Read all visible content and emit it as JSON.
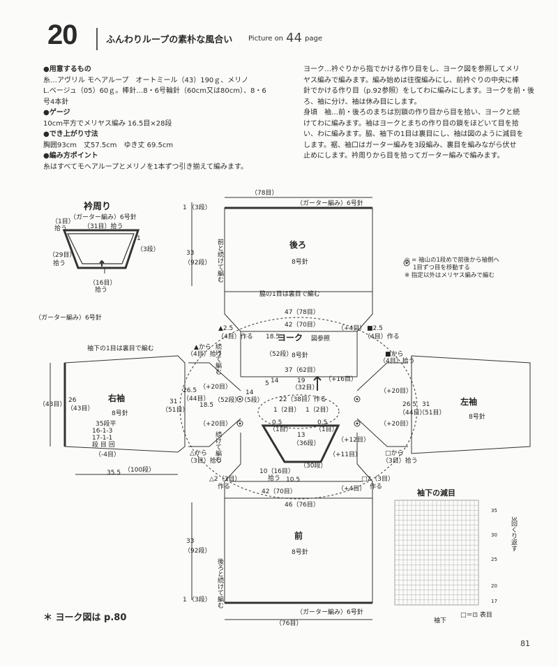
{
  "header": {
    "number": "20",
    "title": "ふんわりループの素朴な風合い",
    "picture_on": "Picture on",
    "picture_page": "44",
    "page_word": "page"
  },
  "materials": {
    "h1": "●用意するもの",
    "l1": "糸…アヴリル モヘアループ　オートミール（43）190ｇ、メリノ",
    "l2": "L.ベージュ（05）60ｇ。棒針…8・6号輪針（60cm又は80cm）、8・6",
    "l3": "号4本針",
    "h2": "●ゲージ",
    "l4": "10cm平方でメリヤス編み 16.5目×28段",
    "h3": "●でき上がり寸法",
    "l5": "胸囲93cm　丈57.5cm　ゆき丈 69.5cm",
    "h4": "●編み方ポイント",
    "l6": "糸はすべてモヘアループとメリノを1本ずつ引き揃えて編みます。"
  },
  "yoke_text": {
    "l1": "ヨーク…衿ぐりから指でかける作り目をし、ヨーク図を参照してメリ",
    "l2": "ヤス編みで編みます。編み始めは往復編みにし、前衿ぐりの中央に棒",
    "l3": "針でかける作り目（p.92参照）をしてわに編みにします。ヨークを前・後",
    "l4": "ろ、袖に分け、袖は休み目にします。",
    "l5": "身頃　袖…前・後ろのまちは別鎖の作り目から目を拾い、ヨークと続",
    "l6": "けてわに編みます。袖はヨークとまちの作り目の鎖をほどいて目を拾",
    "l7": "い、わに編みます。脇、袖下の1目は裏目にし、袖は図のように減目を",
    "l8": "します。裾、袖口はガーター編みを3段編み、裏目を編みながら伏せ",
    "l9": "止めにします。衿周りから目を拾ってガーター編みで編みます。"
  },
  "legend": {
    "l1": "◎ = 袖山の1段めで前後から袖側へ",
    "l2": "1目ずつ目を移動する",
    "l3": "※ 指定以外はメリヤス編みで編む"
  },
  "diagram": {
    "collar_title": "衿周り",
    "collar_sub": "（ガーター編み）6号針",
    "c_1": "（1目）",
    "c_1b": "拾う",
    "c_31": "（31目）拾う",
    "c_29": "（29目）",
    "c_29b": "拾う",
    "c_16": "（16目）",
    "c_16b": "拾う",
    "c_1s": "1",
    "c_3s": "（3段）",
    "back": "後ろ",
    "needle8": "8号針",
    "front": "前",
    "garter_top": "（ガーター編み）6号針",
    "garter_bot": "（ガーター編み）6号針",
    "w78": "（78目）",
    "w76": "（76目）",
    "side_purl": "脇の1目は裏目で編む",
    "w47": "47（78目）",
    "w42a": "42（70目）",
    "w42b": "42（70目）",
    "w46": "46（76目）",
    "yoke": "ヨーク",
    "yoke_ref": "図参照",
    "w37": "37（62目）",
    "w22": "22（38目）作る",
    "w19": "19",
    "w19b": "（32目）",
    "h33a": "33",
    "h33b": "（92段）",
    "h33c": "33",
    "h33d": "（92段）",
    "h1a": "1",
    "h1b": "（3段）",
    "h1c": "1",
    "h1d": "（3段）",
    "cont_back": "前と続けて編む",
    "cont_front": "後ろと続けて編む",
    "right_sleeve": "右袖",
    "left_sleeve": "左袖",
    "garter_side": "（ガーター編み）6号針",
    "sl_26": "26",
    "sl_43": "（43目）",
    "sl_43b": "（43目）",
    "sl_26_5": "26.5",
    "sl_44": "（44目）",
    "sl_31": "31",
    "sl_51": "（51目）",
    "dec1": "35段平",
    "dec2": "16-1-3",
    "dec3": "17-1-1",
    "dec4": "段 目 回",
    "m4": "（-4目）",
    "len35": "35.5",
    "len100": "（100段）",
    "purl_note": "袖下の1目は裏目で編む",
    "p20a": "（+20目）",
    "p20b": "（+20目）",
    "p20c": "（+20目）",
    "p20d": "（+20目）",
    "p4a": "（+4目）",
    "p4b": "（+4目）",
    "p16": "（+16目）",
    "p12": "（+12目）",
    "p11": "（+11目）",
    "t25a": "▲2.5",
    "t25b": "（4目）作る",
    "from_a": "▲から",
    "from_a2": "（4目）拾う",
    "sq25": "■2.5",
    "sq25b": "（4目）作る",
    "sqfrom": "■から",
    "sqfrom2": "（4目）拾う",
    "tr_from": "△から",
    "tr_from2": "（3目）拾う",
    "tr2": "△2（3目）",
    "tr2b": "作る",
    "sq2": "□2（3目）",
    "sq2b": "作る",
    "sqo_from": "□から",
    "sqo_from2": "（3目）拾う",
    "h185": "18.5",
    "h52": "（52段）",
    "h14": "14",
    "h14b": "（5段）",
    "h5": "5",
    "h52b": "（52段）",
    "n1a": "1（2目）",
    "n1b": "1（2目）",
    "n05a": "0.5",
    "n05b": "（1目）",
    "n05c": "0.5",
    "n05d": "（1目）",
    "n13": "13",
    "n36": "（36段）",
    "n10": "10（16目）",
    "n10b": "拾う",
    "n105": "10.5",
    "n30": "（30段）",
    "zoku": "続けて編む",
    "chart_title": "袖下の減目",
    "chart_repeat": "3回くり返す",
    "chart_under": "袖下",
    "chart_key": "□＝⊡ 表目",
    "r35": "35",
    "r30": "30",
    "r25": "25",
    "r20": "20",
    "r17": "17"
  },
  "footnote": "＊ ヨーク図は p.80",
  "folio": "81"
}
